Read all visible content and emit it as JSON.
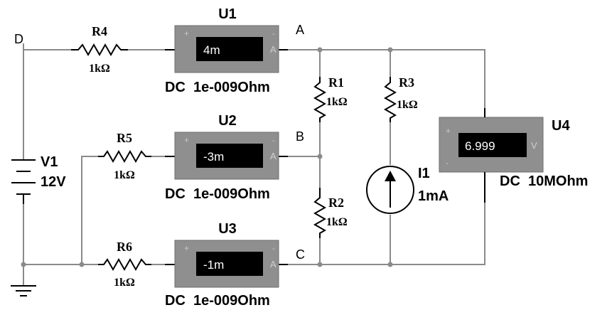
{
  "nodes": {
    "A": "A",
    "B": "B",
    "C": "C",
    "D": "D"
  },
  "ammeters": [
    {
      "name": "U1",
      "reading": "4m",
      "unit": "A",
      "mode": "DC  1e-009Ohm"
    },
    {
      "name": "U2",
      "reading": "-3m",
      "unit": "A",
      "mode": "DC  1e-009Ohm"
    },
    {
      "name": "U3",
      "reading": "-1m",
      "unit": "A",
      "mode": "DC  1e-009Ohm"
    }
  ],
  "voltmeter": {
    "name": "U4",
    "reading": "6.999",
    "unit": "V",
    "mode": "DC  10MOhm",
    "plus": "+",
    "minus": "-"
  },
  "resistors": [
    {
      "name": "R1",
      "value": "1kΩ"
    },
    {
      "name": "R2",
      "value": "1kΩ"
    },
    {
      "name": "R3",
      "value": "1kΩ"
    },
    {
      "name": "R4",
      "value": "1kΩ"
    },
    {
      "name": "R5",
      "value": "1kΩ"
    },
    {
      "name": "R6",
      "value": "1kΩ"
    }
  ],
  "source_v": {
    "name": "V1",
    "value": "12V"
  },
  "source_i": {
    "name": "I1",
    "value": "1mA"
  },
  "meter_signs": {
    "plus": "+",
    "minus": "-"
  }
}
